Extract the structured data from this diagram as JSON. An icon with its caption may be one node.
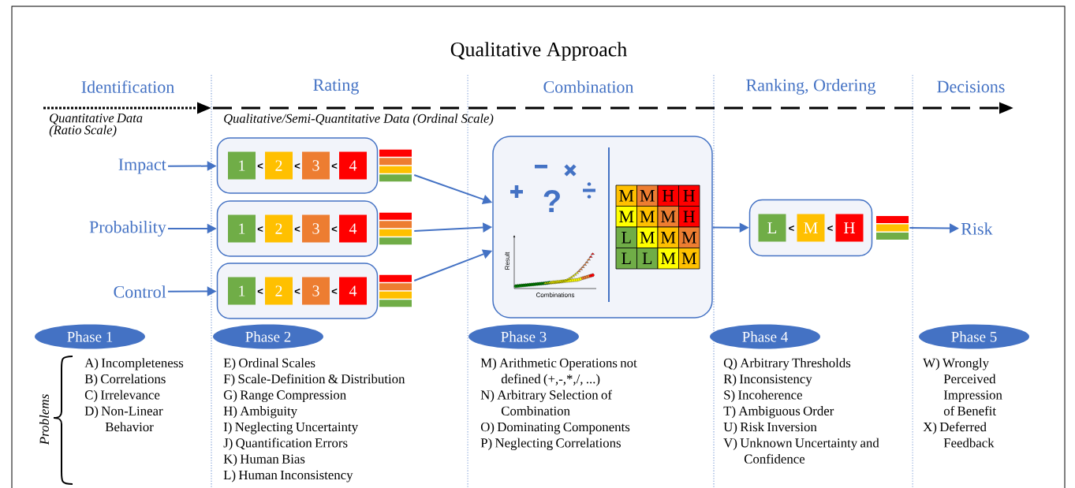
{
  "diagram": {
    "title": "Qualitative Approach",
    "nodes": [
      {
        "text": [
          "Impact"
        ]
      },
      {
        "text": [
          "Probability"
        ]
      },
      {
        "text": [
          "Control"
        ]
      },
      {
        "text": [
          "1",
          "<",
          "2",
          "<",
          "3",
          "<",
          "4"
        ]
      },
      {
        "text": [
          "1",
          "<",
          "2",
          "<",
          "3",
          "<",
          "4"
        ]
      },
      {
        "text": [
          "1",
          "<",
          "2",
          "<",
          "3",
          "<",
          "4"
        ]
      },
      {
        "text": [
          "?",
          "Result",
          "Combinations",
          "M",
          "M",
          "H",
          "H",
          "M",
          "M",
          "M",
          "H",
          "L",
          "M",
          "M",
          "M",
          "L",
          "L",
          "M",
          "M"
        ]
      },
      {
        "text": [
          "L",
          "<",
          "M",
          "<",
          "H"
        ]
      },
      {
        "text": [
          "Risk"
        ]
      },
      {
        "text": [
          "Phase 1"
        ]
      },
      {
        "text": [
          "Phase 2"
        ]
      },
      {
        "text": [
          "Phase 3"
        ]
      },
      {
        "text": [
          "Phase 4"
        ]
      },
      {
        "text": [
          "Phase 5"
        ]
      }
    ],
    "edges": [
      {
        "from": 0,
        "to": 3,
        "arrow": "to"
      },
      {
        "from": 1,
        "to": 4,
        "arrow": "to"
      },
      {
        "from": 2,
        "to": 5,
        "arrow": "to"
      },
      {
        "from": 3,
        "to": 6,
        "arrow": "to"
      },
      {
        "from": 4,
        "to": 6,
        "arrow": "to"
      },
      {
        "from": 5,
        "to": 6,
        "arrow": "to"
      },
      {
        "from": 6,
        "to": 7,
        "arrow": "to"
      },
      {
        "from": 7,
        "to": 8,
        "arrow": "to"
      }
    ],
    "labels": [
      "Identification",
      "Rating",
      "Combination",
      "Ranking, Ordering",
      "Decisions",
      "Quantitative Data (Ratio Scale)",
      "Qualitative/Semi-Quantitative Data (Ordinal Scale)",
      "Problems",
      "A) Incompleteness",
      "B) Correlations",
      "C) Irrelevance",
      "D) Non-Linear Behavior",
      "E) Ordinal Scales",
      "F) Scale-Definition & Distribution",
      "G) Range Compression",
      "H) Ambiguity",
      "I) Neglecting Uncertainty",
      "J) Quantification Errors",
      "K) Human Bias",
      "L) Human Inconsistency",
      "M) Arithmetic Operations not defined (+,-,*,/, ...)",
      "N) Arbitrary Selection of Combination",
      "O) Dominating Components",
      "P) Neglecting Correlations",
      "Q) Arbitrary Thresholds",
      "R) Inconsistency",
      "S) Incoherence",
      "T) Ambiguous Order",
      "U) Risk Inversion",
      "V) Unknown Uncertainty and Confidence",
      "W) Wrongly Perceived Impression of Benefit",
      "X) Deferred Feedback"
    ]
  }
}
